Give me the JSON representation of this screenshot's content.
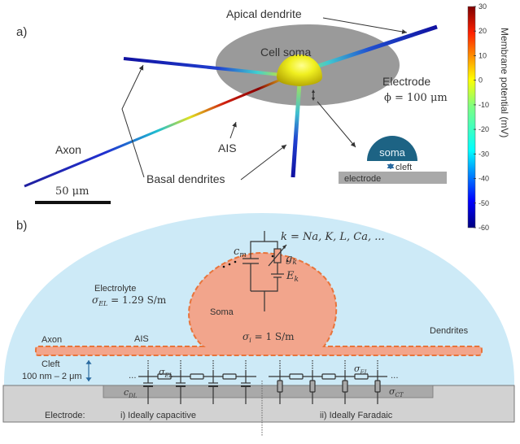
{
  "panel_a": {
    "label": "a)",
    "labels": {
      "apical_dendrite": "Apical dendrite",
      "cell_soma": "Cell soma",
      "electrode": "Electrode",
      "electrode_diameter": "ϕ = 100 μm",
      "axon": "Axon",
      "ais": "AIS",
      "basal_dendrites": "Basal dendrites",
      "scale_bar": "50 μm"
    },
    "inset": {
      "soma": "soma",
      "cleft": "cleft",
      "electrode": "electrode"
    },
    "colorbar": {
      "title": "Membrane potential (mV)",
      "ticks": [
        "30",
        "20",
        "10",
        "0",
        "-10",
        "-20",
        "-30",
        "-40",
        "-50",
        "-60"
      ],
      "range": [
        -60,
        30
      ],
      "colormap": [
        "#00007f",
        "#0000ff",
        "#00ffff",
        "#ffff00",
        "#ff0000",
        "#7f0000"
      ]
    }
  },
  "panel_b": {
    "label": "b)",
    "labels": {
      "k_def": "k = Na, K, L, Ca, ...",
      "cm": "c",
      "cm_sub": "m",
      "gk": "g",
      "gk_sub": "k",
      "ek": "E",
      "ek_sub": "k",
      "electrolyte": "Electrolyte",
      "sigma_el_eq": "σ",
      "sigma_el_sub": "EL",
      "sigma_el_val": " = 1.29 S/m",
      "soma": "Soma",
      "axon": "Axon",
      "ais": "AIS",
      "sigma_i": "σ",
      "sigma_i_sub": "i",
      "sigma_i_val": " = 1 S/m",
      "dendrites": "Dendrites",
      "cleft": "Cleft",
      "cleft_range": "100 nm – 2 μm",
      "sigma_el_left": "σ",
      "sigma_el_left_sub": "EL",
      "sigma_el_right": "σ",
      "sigma_el_right_sub": "EL",
      "cdl": "c",
      "cdl_sub": "DL",
      "sigma_ct": "σ",
      "sigma_ct_sub": "CT",
      "electrode": "Electrode:",
      "case_i": "i) Ideally capacitive",
      "case_ii": "ii) Ideally Faradaic",
      "ellipsis_left": "...",
      "ellipsis_right": "..."
    },
    "colors": {
      "electrolyte": "#cdeaf7",
      "cell": "#f2a58c",
      "cell_border": "#e8743b",
      "electrode": "#d2d2d2",
      "electrode_inner": "#a9a9a9",
      "inset_soma": "#1d6384"
    }
  }
}
